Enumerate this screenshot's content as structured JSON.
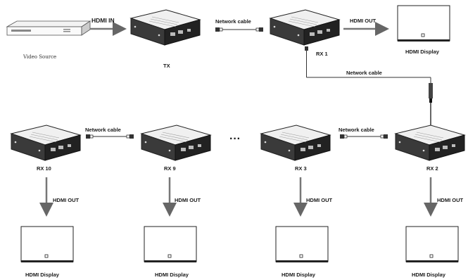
{
  "source_label": "Video Source",
  "tx_label": "TX",
  "hdmi_in": "HDMI IN",
  "hdmi_out": "HDMI OUT",
  "network_cable": "Network cable",
  "display_label": "HDMI Display",
  "ellipsis": "···",
  "receivers": [
    "RX 1",
    "RX 2",
    "RX 3",
    "RX 9",
    "RX 10"
  ],
  "colors": {
    "line": "#555555",
    "device_top": "#eeeeee",
    "device_front": "#2b2b2b",
    "device_side": "#444444"
  }
}
